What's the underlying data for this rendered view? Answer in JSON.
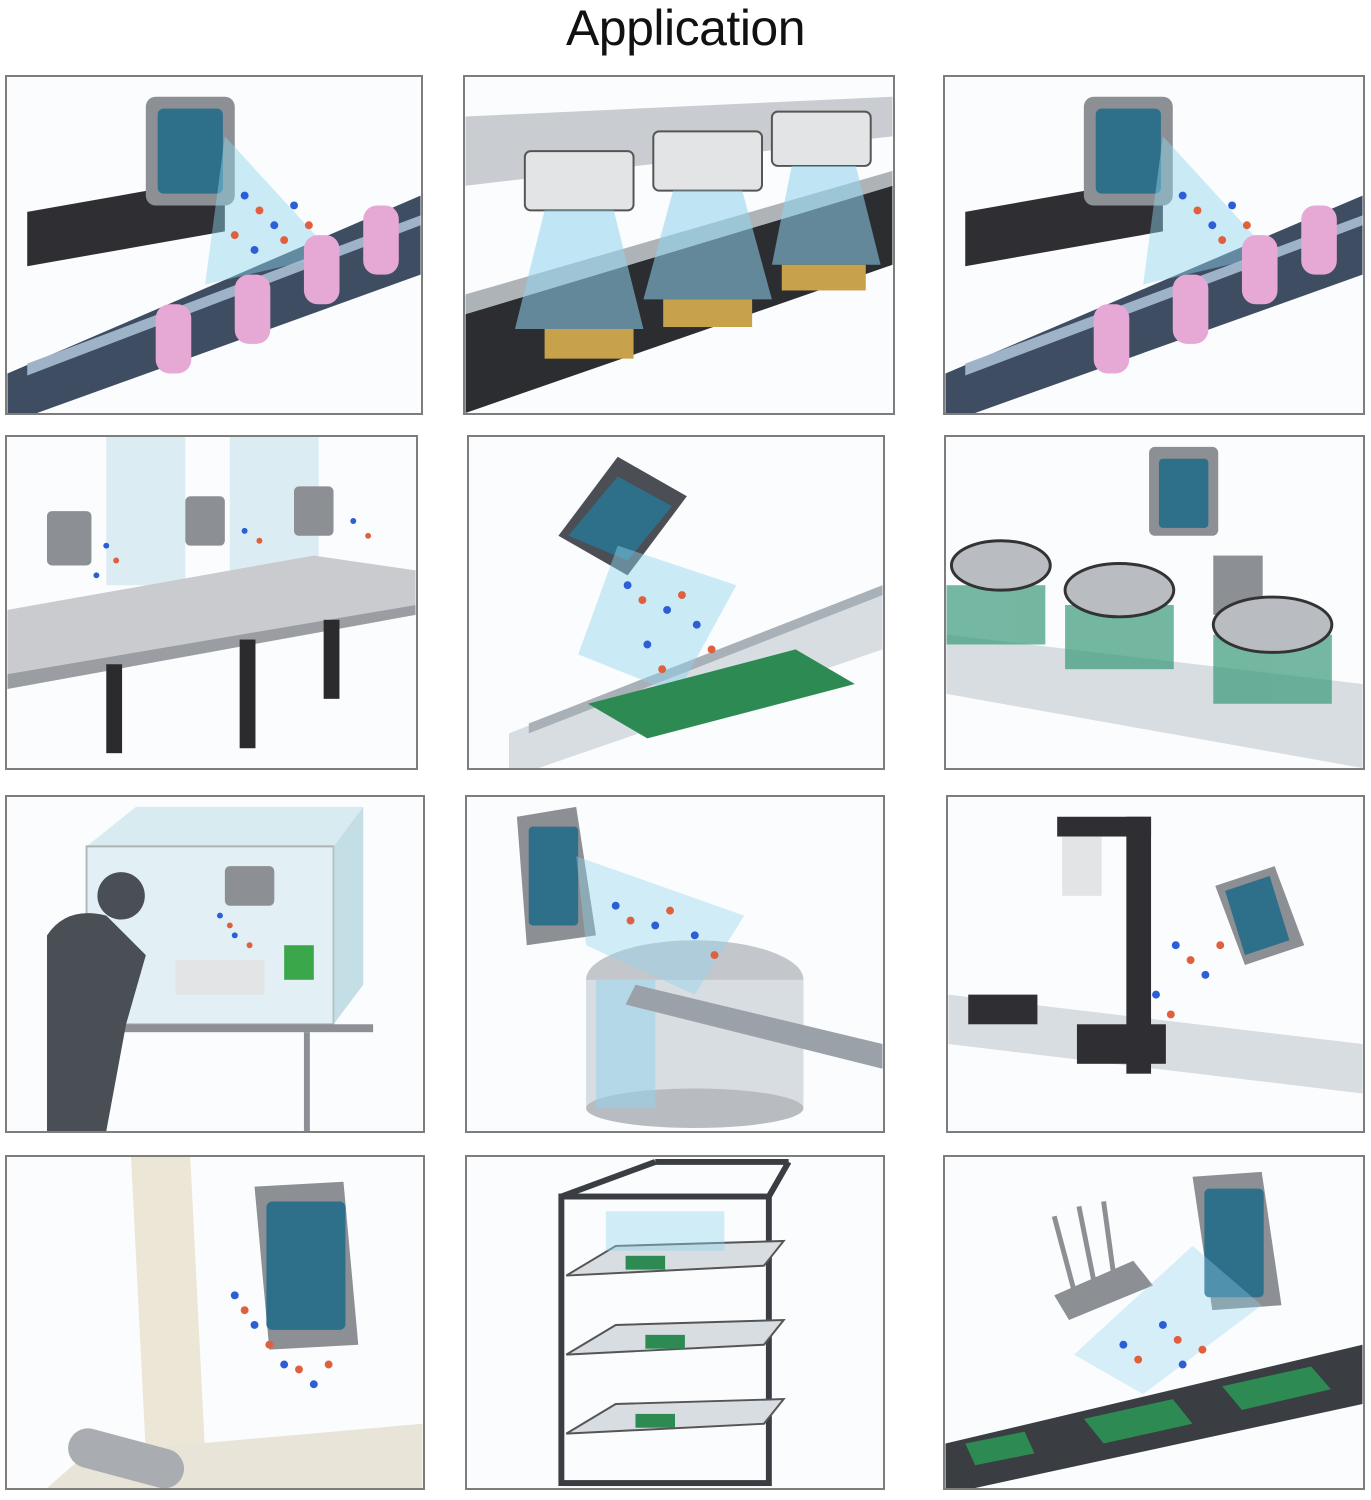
{
  "header": {
    "title": "Application"
  },
  "palette": {
    "frame": "#7d7d7d",
    "conveyor": "#3f4d63",
    "belt_light": "#d8dde2",
    "device": "#8c8f93",
    "device_dark": "#4b4f55",
    "ion_blue": "#2c5fd6",
    "ion_red": "#e0603e",
    "mist": "#8fd4ee",
    "pink_bottle": "#e6a9d6",
    "pcb_green": "#2d8a53",
    "glass": "#cfe6ee"
  },
  "panels": [
    {
      "name": "panel-bottle-conveyor-1",
      "icon": "ionizer-bottle-line-icon"
    },
    {
      "name": "panel-parts-tray-conveyor",
      "icon": "ionizer-tray-line-icon"
    },
    {
      "name": "panel-bottle-conveyor-2",
      "icon": "ionizer-bottle-line-icon"
    },
    {
      "name": "panel-workbench",
      "icon": "ionizer-workbench-icon"
    },
    {
      "name": "panel-pcb-conveyor",
      "icon": "ionizer-pcb-icon"
    },
    {
      "name": "panel-bowl-conveyor",
      "icon": "ionizer-bowl-line-icon"
    },
    {
      "name": "panel-glove-box-operator",
      "icon": "ionizer-glove-box-icon"
    },
    {
      "name": "panel-vibratory-feeder",
      "icon": "ionizer-feeder-icon"
    },
    {
      "name": "panel-pick-and-place",
      "icon": "ionizer-pick-place-icon"
    },
    {
      "name": "panel-film-roll",
      "icon": "ionizer-film-roll-icon"
    },
    {
      "name": "panel-storage-rack",
      "icon": "ionizer-rack-icon"
    },
    {
      "name": "panel-chip-assembly-line",
      "icon": "ionizer-chip-line-icon"
    }
  ]
}
